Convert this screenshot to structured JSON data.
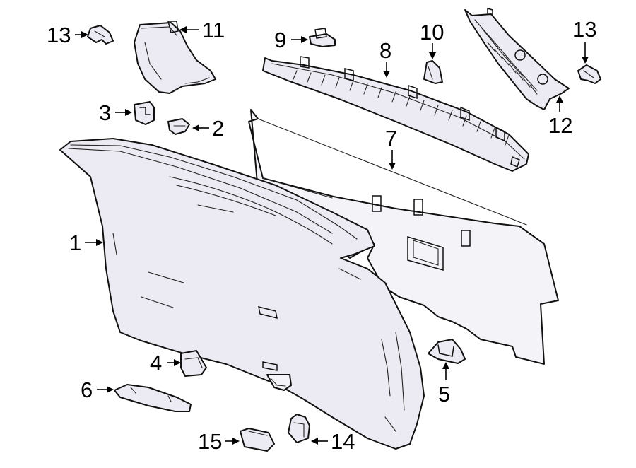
{
  "callouts": {
    "c1": "1",
    "c2": "2",
    "c3": "3",
    "c4": "4",
    "c5": "5",
    "c6": "6",
    "c7": "7",
    "c8": "8",
    "c9": "9",
    "c10": "10",
    "c11": "11",
    "c12": "12",
    "c13a": "13",
    "c13b": "13",
    "c14": "14",
    "c15": "15"
  }
}
